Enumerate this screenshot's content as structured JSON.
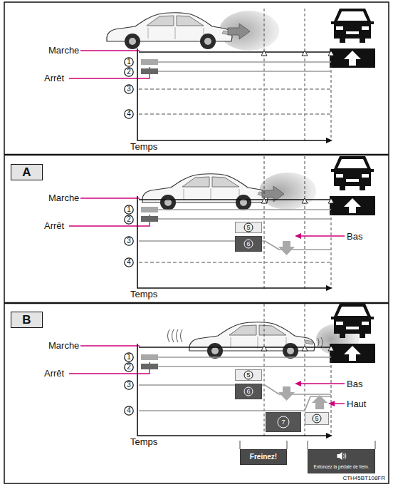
{
  "diagram": {
    "nodes": [
      {
        "text": [
          "1"
        ]
      },
      {
        "text": [
          "2"
        ]
      },
      {
        "text": [
          "3"
        ]
      },
      {
        "text": [
          "4"
        ]
      },
      {
        "text": [
          "A"
        ]
      },
      {
        "text": [
          "1"
        ]
      },
      {
        "text": [
          "2"
        ]
      },
      {
        "text": [
          "3"
        ]
      },
      {
        "text": [
          "5"
        ]
      },
      {
        "text": [
          "6"
        ]
      },
      {
        "text": [
          "4"
        ]
      },
      {
        "text": [
          "B"
        ]
      },
      {
        "text": [
          "1"
        ]
      },
      {
        "text": [
          "2"
        ]
      },
      {
        "text": [
          "3"
        ]
      },
      {
        "text": [
          "5"
        ]
      },
      {
        "text": [
          "6"
        ]
      },
      {
        "text": [
          "4"
        ]
      },
      {
        "text": [
          "7"
        ]
      },
      {
        "text": [
          "5"
        ]
      },
      {
        "text": [
          "Freinez!"
        ]
      },
      {
        "text": [
          "Enfoncez la pédale de frein."
        ]
      }
    ],
    "labels": [
      "Marche",
      "Arrêt",
      "Temps",
      "Marche",
      "Arrêt",
      "Bas",
      "Temps",
      "Marche",
      "Arrêt",
      "Bas",
      "Haut",
      "Temps",
      "CTH45BT108FR"
    ]
  }
}
